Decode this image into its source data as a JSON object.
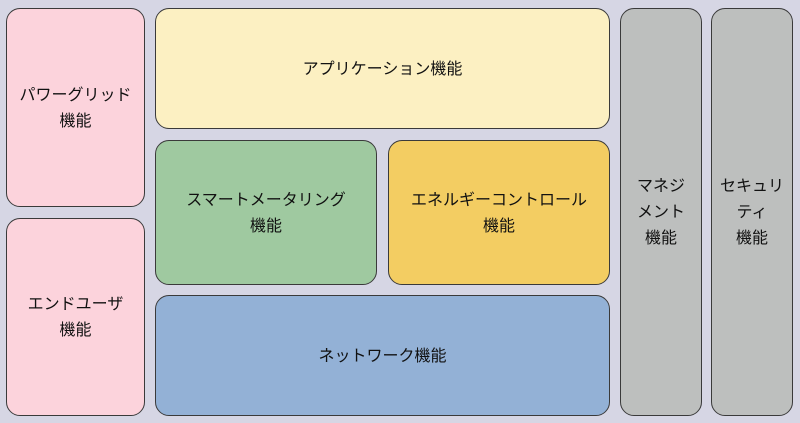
{
  "diagram": {
    "blocks": [
      {
        "id": "power",
        "label": "パワーグリッド\n機能",
        "color": "#fcd3dc"
      },
      {
        "id": "enduser",
        "label": "エンドユーザ\n機能",
        "color": "#fcd3dc"
      },
      {
        "id": "app",
        "label": "アプリケーション機能",
        "color": "#fcf0c2"
      },
      {
        "id": "smart",
        "label": "スマートメータリング\n機能",
        "color": "#9fc9a0"
      },
      {
        "id": "energy",
        "label": "エネルギーコントロール\n機能",
        "color": "#f3cd62"
      },
      {
        "id": "network",
        "label": "ネットワーク機能",
        "color": "#93b1d6"
      },
      {
        "id": "manage",
        "label": "マネジ\nメント\n機能",
        "color": "#bdbfbe"
      },
      {
        "id": "security",
        "label": "セキュリティ\n機能",
        "color": "#bdbfbe"
      }
    ]
  }
}
